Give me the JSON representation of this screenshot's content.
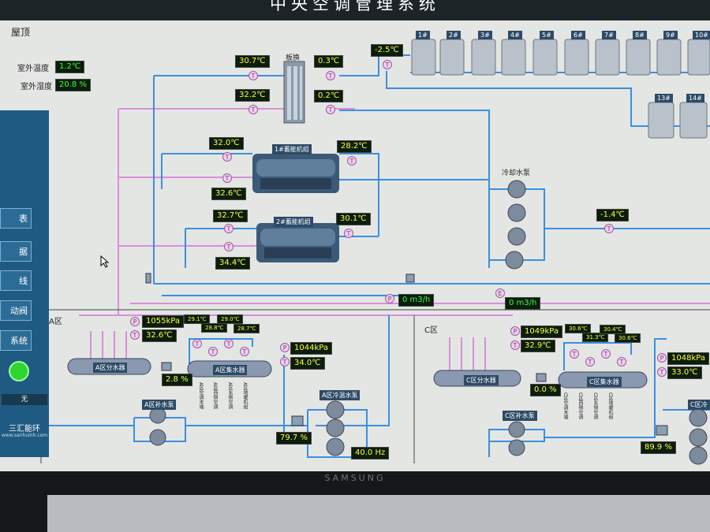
{
  "title": "中央空调管理系统",
  "section_roof": "屋顶",
  "outdoor": {
    "temp_label": "室外温度",
    "temp": "1.2℃",
    "hum_label": "室外湿度",
    "hum": "20.8 %"
  },
  "sidebar": [
    "表",
    "据",
    "线",
    "动阀",
    "系统"
  ],
  "sidebar_status": "无",
  "logo": {
    "name": "三汇能环",
    "url": "www.sanhuinh.com"
  },
  "plate_hx": {
    "label": "板换",
    "in_left": "30.7℃",
    "out_left": "32.2℃",
    "in_right": "0.3℃",
    "out_right": "0.2℃"
  },
  "cooling_tower_temp": "-2.5℃",
  "towers": [
    "1#",
    "2#",
    "3#",
    "4#",
    "5#",
    "6#",
    "7#",
    "8#",
    "9#",
    "10#",
    "13#",
    "14#"
  ],
  "chiller1": {
    "label": "1#蓄能机组",
    "t1": "32.0℃",
    "t2": "32.6℃",
    "t3": "28.2℃"
  },
  "chiller2": {
    "label": "2#蓄能机组",
    "t1": "32.7℃",
    "t2": "34.4℃",
    "t3": "30.1℃"
  },
  "cooling_pump": {
    "label": "冷却水泵",
    "temp": "-1.4℃"
  },
  "flow1": "0 m3/h",
  "flow2": "0 m3/h",
  "zone_a": {
    "label": "A区",
    "pressure_supply": "1055kPa",
    "temp_supply": "32.6℃",
    "dist_label": "A区分水器",
    "collect_label": "A区集水器",
    "branch_temps": [
      "29.1℃",
      "28.8℃",
      "29.0℃",
      "28.7℃"
    ],
    "pressure_return": "1044kPa",
    "temp_return": "34.0℃",
    "valve": "2.8 %",
    "makeup_label": "A区补水泵",
    "pump_label": "A区冷温水泵",
    "freq_valve": "79.7 %",
    "freq": "40.0 Hz",
    "branch_names": [
      "A区空调末端",
      "A区西侧空调",
      "A区东侧空调",
      "A区地暖机组"
    ]
  },
  "zone_c": {
    "label": "C区",
    "pressure_supply": "1049kPa",
    "temp_supply": "32.9℃",
    "dist_label": "C区分水器",
    "collect_label": "C区集水器",
    "branch_temps": [
      "30.6℃",
      "31.3℃",
      "30.4℃",
      "30.6℃"
    ],
    "pressure_return": "1048kPa",
    "temp_return": "33.0℃",
    "valve": "0.0 %",
    "makeup_label": "C区补水泵",
    "pump_label": "C区冷",
    "freq_valve": "89.9 %",
    "branch_names": [
      "C区空调末端",
      "C区西侧空调",
      "C区东侧空调",
      "C区地暖机组"
    ]
  },
  "monitor_brand": "SAMSUNG"
}
